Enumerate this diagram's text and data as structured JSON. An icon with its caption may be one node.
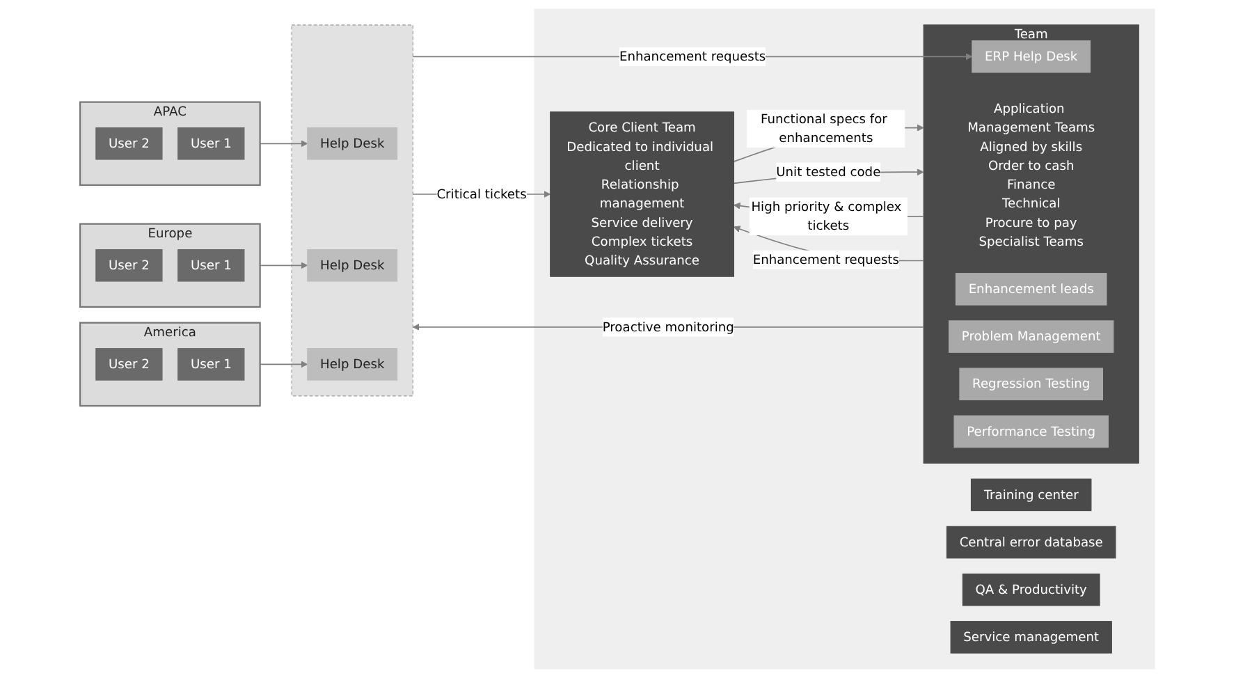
{
  "diagram": {
    "nodes": [
      {
        "text": [
          "APAC"
        ]
      },
      {
        "text": [
          "User 2"
        ],
        "in": 0
      },
      {
        "text": [
          "User 1"
        ],
        "in": 0
      },
      {
        "text": [
          "Europe"
        ]
      },
      {
        "text": [
          "User 2"
        ],
        "in": 3
      },
      {
        "text": [
          "User 1"
        ],
        "in": 3
      },
      {
        "text": [
          "America"
        ]
      },
      {
        "text": [
          "User 2"
        ],
        "in": 6
      },
      {
        "text": [
          "User 1"
        ],
        "in": 6
      },
      {
        "text": [],
        "shape": "box"
      },
      {
        "text": [
          "Help Desk"
        ],
        "in": 9
      },
      {
        "text": [
          "Help Desk"
        ],
        "in": 9
      },
      {
        "text": [
          "Help Desk"
        ],
        "in": 9
      },
      {
        "text": [],
        "shape": "box"
      },
      {
        "text": [
          "Team",
          "Application Management Teams",
          "Aligned by skills",
          "Order to cash",
          "Finance",
          "Technical",
          "Procure to pay",
          "Specialist Teams"
        ],
        "in": 13
      },
      {
        "text": [
          "ERP Help Desk"
        ],
        "in": 14
      },
      {
        "text": [
          "Enhancement leads"
        ],
        "in": 14
      },
      {
        "text": [
          "Problem Management"
        ],
        "in": 14
      },
      {
        "text": [
          "Regression Testing"
        ],
        "in": 14
      },
      {
        "text": [
          "Performance Testing"
        ],
        "in": 14
      },
      {
        "text": [
          "Core Client Team",
          "Dedicated to individual client",
          "Relationship management",
          "Service delivery",
          "Complex tickets",
          "Quality Assurance"
        ],
        "in": 13
      },
      {
        "text": [
          "Training center"
        ],
        "in": 13
      },
      {
        "text": [
          "Central error database"
        ],
        "in": 13
      },
      {
        "text": [
          "QA & Productivity"
        ],
        "in": 13
      },
      {
        "text": [
          "Service management"
        ],
        "in": 13
      }
    ],
    "edges": [
      {
        "from": 0,
        "to": 10,
        "arrow": "to"
      },
      {
        "from": 3,
        "to": 11,
        "arrow": "to"
      },
      {
        "from": 6,
        "to": 12,
        "arrow": "to"
      },
      {
        "from": 14,
        "to": 9,
        "arrow": "to",
        "label": "Proactive monitoring"
      },
      {
        "from": 9,
        "to": 15,
        "arrow": "to",
        "label": "Enhancement requests"
      },
      {
        "from": 9,
        "to": 20,
        "arrow": "to",
        "label": "Critical tickets"
      },
      {
        "from": 14,
        "to": 20,
        "arrow": "to",
        "label": "High priority & complex tickets"
      },
      {
        "from": 14,
        "to": 20,
        "arrow": "to",
        "label": "Enhancement requests"
      },
      {
        "from": 20,
        "to": 14,
        "arrow": "to",
        "label": "Functional specs for enhancements"
      },
      {
        "from": 20,
        "to": 14,
        "arrow": "to",
        "label": "Unit tested code"
      }
    ]
  }
}
